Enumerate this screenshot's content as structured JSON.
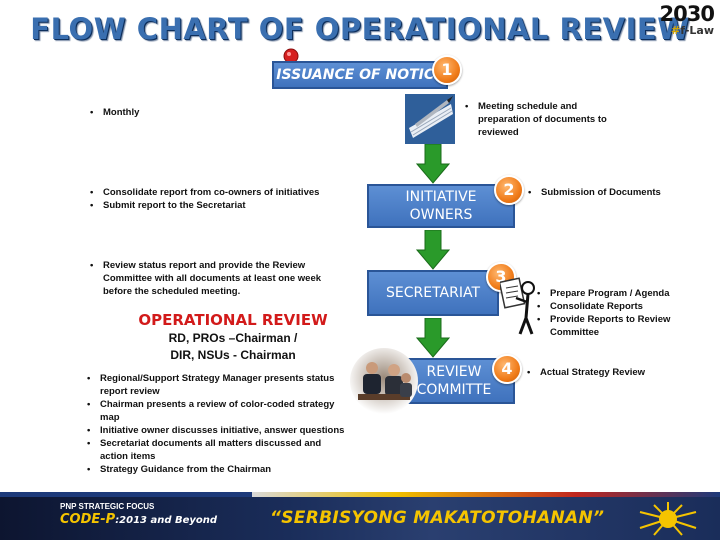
{
  "title": "FLOW CHART OF OPERATIONAL REVIEW",
  "logo": {
    "year": "2030",
    "sub_prefix": "#",
    "sub_text": "f-Law"
  },
  "steps": {
    "notice": {
      "label": "ISSUANCE OF NOTICE",
      "number": "1"
    },
    "owners": {
      "label_line1": "INITIATIVE",
      "label_line2": "OWNERS",
      "number": "2"
    },
    "secretariat": {
      "label": "SECRETARIAT",
      "number": "3"
    },
    "review": {
      "label_line1": "REVIEW",
      "label_line2": "COMMITTE",
      "number": "4"
    }
  },
  "left_notes": {
    "monthly": [
      "Monthly"
    ],
    "consolidate": [
      "Consolidate report from co-owners of initiatives",
      "Submit report to the Secretariat"
    ],
    "review_status": [
      "Review status report  and provide the Review Committee with all documents at least one week before  the scheduled meeting."
    ]
  },
  "right_notes": {
    "meeting": [
      "Meeting schedule and preparation of documents to reviewed"
    ],
    "submission": [
      "Submission of Documents"
    ],
    "secretariat": [
      "Prepare Program / Agenda",
      "Consolidate Reports",
      "Provide Reports to Review Committee"
    ],
    "actual": [
      "Actual Strategy Review"
    ]
  },
  "operational_review": {
    "heading": "OPERATIONAL  REVIEW",
    "line1": "RD, PROs –Chairman  /",
    "line2": "DIR, NSUs - Chairman"
  },
  "chairman_notes": [
    "Regional/Support Strategy Manager presents status report review",
    "Chairman presents a review of color-coded strategy map",
    "Initiative owner  discusses initiative, answer questions",
    "Secretariat documents all matters discussed and action items",
    "Strategy Guidance from the Chairman"
  ],
  "footer": {
    "pnp_label": "PNP STRATEGIC FOCUS",
    "code_label": "CODE-P",
    "code_rest": ":2013 and Beyond",
    "slogan": "“SERBISYONG MAKATOTOHANAN”"
  },
  "colors": {
    "box_blue": "#4a7ec8",
    "badge_orange": "#f07c1a",
    "arrow_green": "#2a9a2a",
    "heading_red": "#d21a1a",
    "title_blue": "#3a6fb0"
  }
}
